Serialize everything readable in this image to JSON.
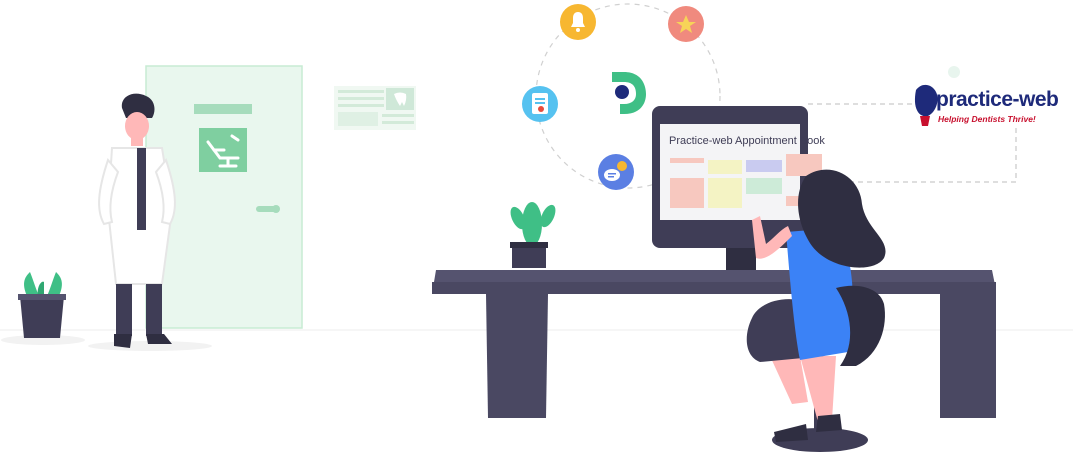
{
  "screen": {
    "title": "Practice-web Appointment Book"
  },
  "brand": {
    "name": "practice-web",
    "tagline": "Helping Dentists Thrive!",
    "primary_color": "#1e2a7a",
    "accent_color": "#c8102e"
  },
  "icons": {
    "orbit": [
      "bell-icon",
      "star-icon",
      "document-icon",
      "chat-icon"
    ],
    "center": "d-logo-icon"
  },
  "colors": {
    "dark": "#3f3d56",
    "green": "#3fbf86",
    "door": "#e9f7ee",
    "shirt": "#3b82f6",
    "skin": "#ffb8b8",
    "bell": "#f7b731",
    "star": "#f08a7e",
    "doc": "#56c2f0",
    "chat": "#5b7fe3"
  }
}
